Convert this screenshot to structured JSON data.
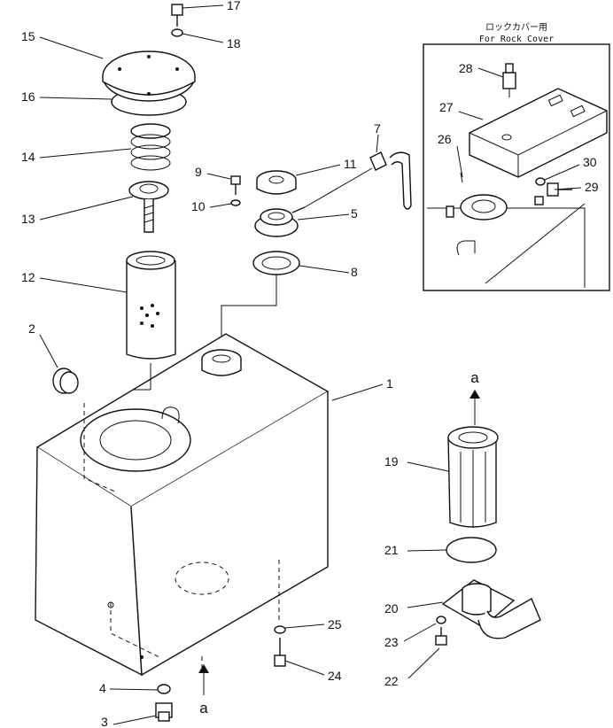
{
  "inset": {
    "caption_jp": "ロックカバー用",
    "caption_en": "For Rock Cover"
  },
  "flow_marker": "a",
  "callouts": [
    "1",
    "2",
    "3",
    "4",
    "5",
    "7",
    "8",
    "9",
    "10",
    "11",
    "12",
    "13",
    "14",
    "15",
    "16",
    "17",
    "18",
    "19",
    "20",
    "21",
    "22",
    "23",
    "24",
    "25",
    "26",
    "27",
    "28",
    "29",
    "30"
  ]
}
